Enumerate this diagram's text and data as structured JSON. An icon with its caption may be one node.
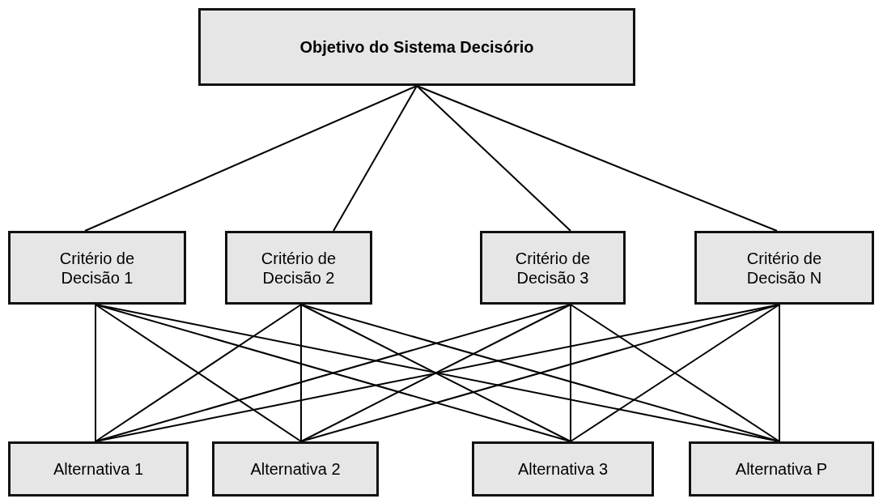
{
  "diagram": {
    "nodes": [
      {
        "text": [
          "Objetivo do Sistema Decisório"
        ]
      },
      {
        "text": [
          "Critério de Decisão 1"
        ]
      },
      {
        "text": [
          "Critério de Decisão 2"
        ]
      },
      {
        "text": [
          "Critério de Decisão 3"
        ]
      },
      {
        "text": [
          "Critério de Decisão N"
        ]
      },
      {
        "text": [
          "Alternativa 1"
        ]
      },
      {
        "text": [
          "Alternativa 2"
        ]
      },
      {
        "text": [
          "Alternativa 3"
        ]
      },
      {
        "text": [
          "Alternativa P"
        ]
      }
    ],
    "edges": [
      {
        "from": 0,
        "to": 1,
        "arrow": "none"
      },
      {
        "from": 0,
        "to": 2,
        "arrow": "none"
      },
      {
        "from": 0,
        "to": 3,
        "arrow": "none"
      },
      {
        "from": 0,
        "to": 4,
        "arrow": "none"
      },
      {
        "from": 1,
        "to": 5,
        "arrow": "none"
      },
      {
        "from": 1,
        "to": 6,
        "arrow": "none"
      },
      {
        "from": 1,
        "to": 7,
        "arrow": "none"
      },
      {
        "from": 1,
        "to": 8,
        "arrow": "none"
      },
      {
        "from": 2,
        "to": 5,
        "arrow": "none"
      },
      {
        "from": 2,
        "to": 6,
        "arrow": "none"
      },
      {
        "from": 2,
        "to": 7,
        "arrow": "none"
      },
      {
        "from": 2,
        "to": 8,
        "arrow": "none"
      },
      {
        "from": 3,
        "to": 5,
        "arrow": "none"
      },
      {
        "from": 3,
        "to": 6,
        "arrow": "none"
      },
      {
        "from": 3,
        "to": 7,
        "arrow": "none"
      },
      {
        "from": 3,
        "to": 8,
        "arrow": "none"
      },
      {
        "from": 4,
        "to": 5,
        "arrow": "none"
      },
      {
        "from": 4,
        "to": 6,
        "arrow": "none"
      },
      {
        "from": 4,
        "to": 7,
        "arrow": "none"
      },
      {
        "from": 4,
        "to": 8,
        "arrow": "none"
      }
    ]
  }
}
